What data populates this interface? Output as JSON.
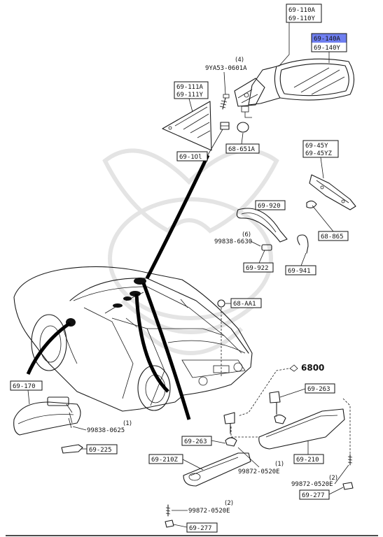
{
  "highlight_color": "#6f7ff0",
  "labels": {
    "mirror_head": [
      "69-110A",
      "69-110Y"
    ],
    "mirror_glass": [
      "69-140A",
      "69-140Y"
    ],
    "cover": [
      "69-111A",
      "69-111Y"
    ],
    "screw_9ya53": "9YA53-0601A",
    "screw_9ya53_qty": "(4)",
    "p69_101": "69-1Ol",
    "p68_651a": "68-651A",
    "p69_45": [
      "69-45Y",
      "69-45YZ"
    ],
    "p69_920": "69-920",
    "screw_99838_6630": "99838-6630",
    "screw_99838_6630_qty": "(6)",
    "p68_865": "68-865",
    "p69_922": "69-922",
    "p69_941": "69-941",
    "p68_aa1": "68-AA1",
    "p6800": "6800",
    "p69_170": "69-170",
    "screw_99838_0625": "99838-0625",
    "screw_99838_0625_qty": "(1)",
    "p69_225": "69-225",
    "p69_263_right": "69-263",
    "p69_263_left": "69-263",
    "p69_210z": "69-210Z",
    "p69_210": "69-210",
    "screw_99872_center": "99872-0520E",
    "screw_99872_center_qty": "(1)",
    "screw_99872_right": "99872-0520E",
    "screw_99872_right_qty": "(2)",
    "screw_99872_left": "99872-0520E",
    "screw_99872_left_qty": "(2)",
    "p69_277_right": "69-277",
    "p69_277_left": "69-277"
  }
}
